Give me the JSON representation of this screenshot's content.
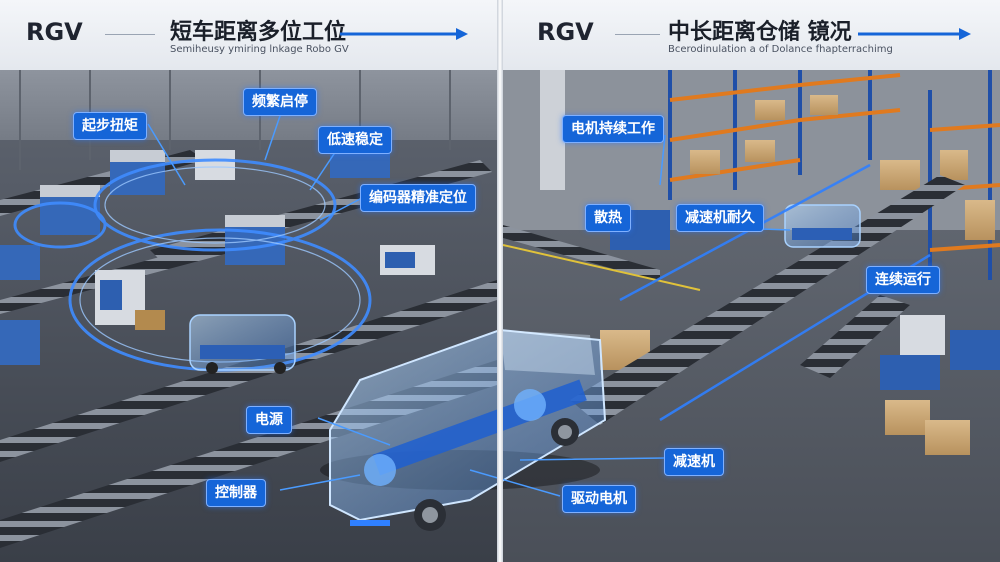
{
  "left_panel": {
    "brand": "RGV",
    "title": "短车距离多位工位",
    "subtitle": "Semiheusy ymiring lnkage Robo GV",
    "labels": {
      "start_torque": "起步扭矩",
      "frequent_start_stop": "频繁启停",
      "low_speed_stable": "低速稳定",
      "encoder_positioning": "编码器精准定位"
    }
  },
  "right_panel": {
    "brand": "RGV",
    "title": "中长距离仓储 镜况",
    "subtitle": "Bcerodinulation a of Dolance fhapterrachimg",
    "labels": {
      "motor_continuous": "电机持续工作",
      "heat_dissipation": "散热",
      "reducer_durable": "减速机耐久",
      "continuous_run": "连续运行"
    }
  },
  "vehicle_labels": {
    "power": "电源",
    "controller": "控制器",
    "reducer": "减速机",
    "drive_motor": "驱动电机"
  },
  "colors": {
    "accent": "#1565d8",
    "glow": "#3f8cff",
    "rack_orange": "#e07a1f",
    "rack_blue": "#1f4fa8"
  }
}
